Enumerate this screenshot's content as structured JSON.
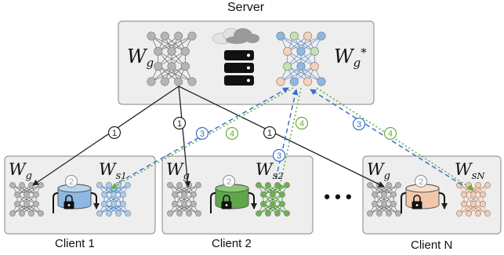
{
  "server": {
    "title": "Server",
    "global_model_label": {
      "base": "W",
      "sub": "g"
    },
    "aggregated_model_label": {
      "base": "W",
      "sub": "g",
      "sup": "*"
    }
  },
  "clients": [
    {
      "name": "Client 1",
      "global_label": {
        "base": "W",
        "sub": "g"
      },
      "local_label": {
        "base": "W",
        "sub": "s",
        "subsub": "1"
      },
      "db_color": "#8db8e3",
      "net_color": "#8db8e3"
    },
    {
      "name": "Client 2",
      "global_label": {
        "base": "W",
        "sub": "g"
      },
      "local_label": {
        "base": "W",
        "sub": "s",
        "subsub": "2"
      },
      "db_color": "#5fa84a",
      "net_color": "#6ab04c"
    },
    {
      "name": "Client N",
      "global_label": {
        "base": "W",
        "sub": "g"
      },
      "local_label": {
        "base": "W",
        "sub": "s",
        "subsub": "N"
      },
      "db_color": "#f2c7a9",
      "net_color": "#f4c9ae"
    }
  ],
  "ellipsis": "• • •",
  "steps": [
    "1",
    "2",
    "3",
    "4"
  ],
  "colors": {
    "step1_arrow": "#222222",
    "step3_arrow": "#3a6fd0",
    "step4_arrow": "#6aae3a",
    "box_fill": "#eeeeee",
    "box_stroke": "#9a9a9a",
    "gray_node": "#b3b3b3",
    "dark_node": "#999999"
  }
}
